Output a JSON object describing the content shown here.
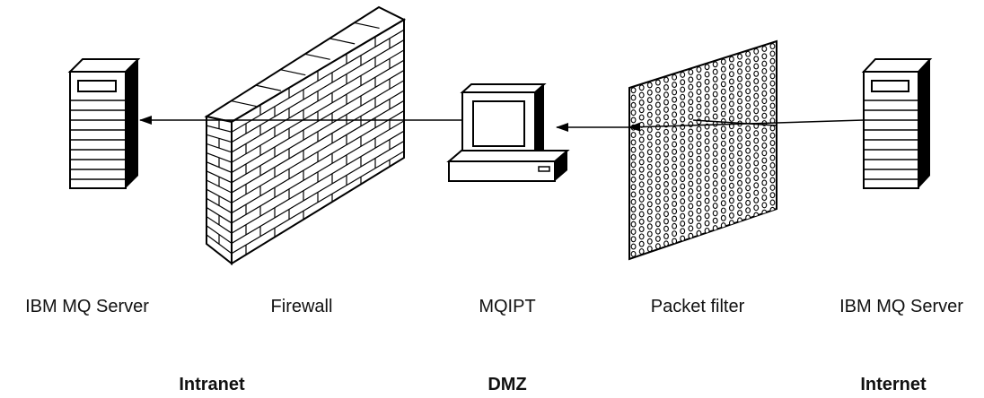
{
  "components": [
    {
      "id": "intranet-server",
      "label": "IBM MQ Server",
      "icon": "server-tower-icon"
    },
    {
      "id": "firewall",
      "label": "Firewall",
      "icon": "brick-wall-icon"
    },
    {
      "id": "mqipt",
      "label": "MQIPT",
      "icon": "computer-terminal-icon"
    },
    {
      "id": "packet-filter",
      "label": "Packet filter",
      "icon": "perforated-screen-icon"
    },
    {
      "id": "internet-server",
      "label": "IBM MQ Server",
      "icon": "server-tower-icon"
    }
  ],
  "zones": [
    {
      "id": "intranet",
      "label": "Intranet"
    },
    {
      "id": "dmz",
      "label": "DMZ"
    },
    {
      "id": "internet",
      "label": "Internet"
    }
  ],
  "connections": [
    {
      "from": "internet-server",
      "to": "mqipt",
      "via": "packet-filter"
    },
    {
      "from": "mqipt",
      "to": "intranet-server",
      "via": "firewall"
    }
  ],
  "colors": {
    "line": "#000000",
    "fill": "#ffffff",
    "shade": "#000000"
  }
}
